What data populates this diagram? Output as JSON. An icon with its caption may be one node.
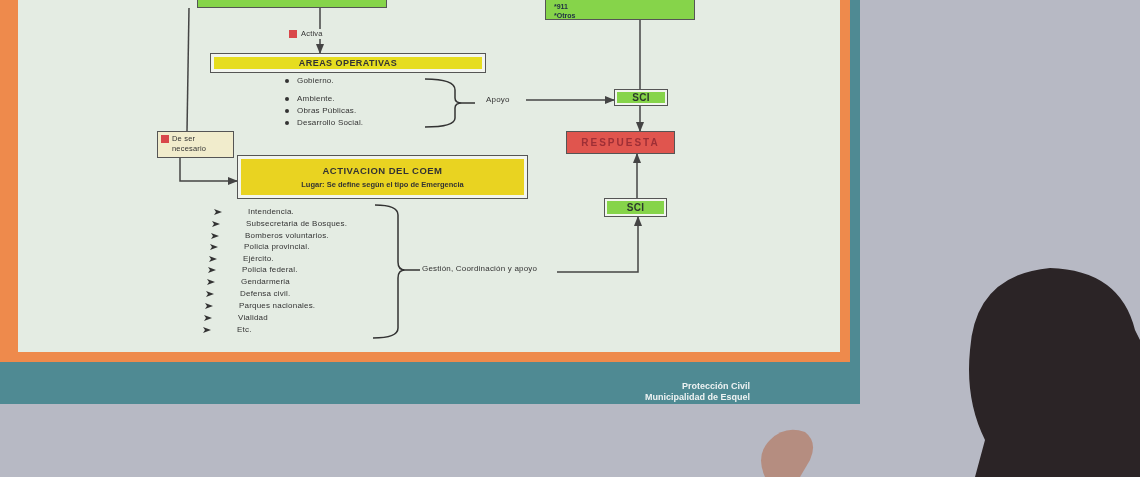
{
  "diagram": {
    "nodes": [
      {
        "text": [],
        "shape": "box"
      },
      {
        "text": [
          "*911",
          "*Otros"
        ]
      },
      {
        "text": [
          "AREAS OPERATIVAS"
        ]
      },
      {
        "text": [
          "De ser necesario"
        ]
      },
      {
        "text": [
          "ACTIVACION DEL COEM",
          "Lugar: Se define segùn el tipo de Emergencia"
        ]
      },
      {
        "text": [
          "SCI"
        ]
      },
      {
        "text": [
          "RESPUESTA"
        ]
      },
      {
        "text": [
          "SCI"
        ]
      },
      {
        "text": [
          "Apoyo"
        ]
      },
      {
        "text": [
          "Gestión, Coordinación y apoyo"
        ]
      },
      {
        "text": [],
        "shape": "person"
      }
    ],
    "edges": [
      {
        "from": 0,
        "to": 2,
        "arrow": "to",
        "label": "Activa"
      },
      {
        "from": 0,
        "to": 3,
        "arrow": "none"
      },
      {
        "from": 3,
        "to": 4,
        "arrow": "to"
      },
      {
        "from": 1,
        "to": 5,
        "arrow": "none"
      },
      {
        "from": 5,
        "to": 6,
        "arrow": "to"
      },
      {
        "from": 8,
        "to": 5,
        "arrow": "to"
      },
      {
        "from": 7,
        "to": 6,
        "arrow": "to"
      },
      {
        "from": 9,
        "to": 7,
        "arrow": "to"
      }
    ],
    "labels": [
      "Gobierno.",
      "Ambiente.",
      "Obras Públicas.",
      "Desarrollo Social.",
      "Intendencia.",
      "Subsecretaria de Bosques.",
      "Bomberos voluntarios.",
      "Policia provincial.",
      "Ejército.",
      "Policia federal.",
      "Gendarmeria",
      "Defensa civil.",
      "Parques nacionales.",
      "Vialidad",
      "Etc.",
      "Protección Civil",
      "Municipalidad de Esquel"
    ]
  }
}
